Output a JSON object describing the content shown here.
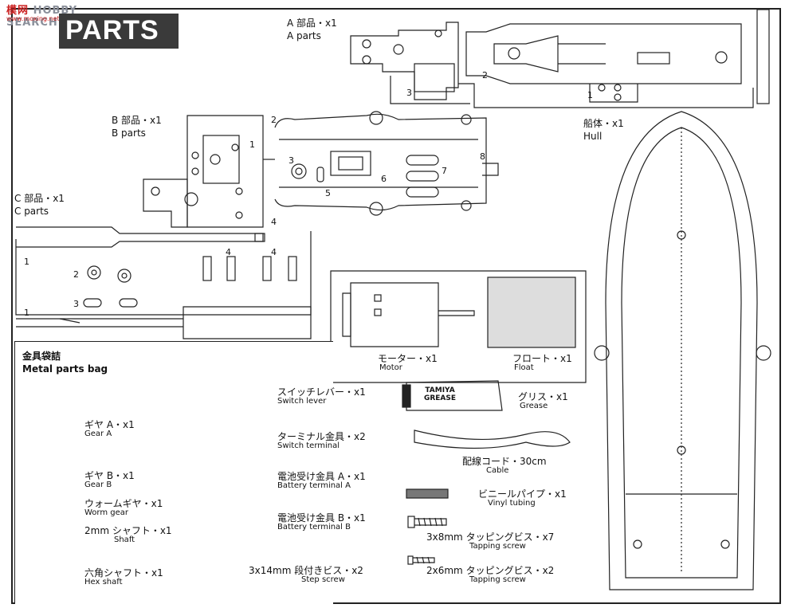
{
  "watermark": {
    "cn": "模",
    "mid": "网",
    "brand": "HOBBY SEARCH",
    "url": "www.moxing.net"
  },
  "title": "PARTS",
  "a_parts": {
    "jp": "A 部品・x1",
    "en": "A parts"
  },
  "b_parts": {
    "jp": "B 部品・x1",
    "en": "B parts"
  },
  "c_parts": {
    "jp": "C 部品・x1",
    "en": "C parts"
  },
  "hull": {
    "jp": "船体・x1",
    "en": "Hull"
  },
  "metal_bag": {
    "jp": "金具袋詰",
    "en": "Metal parts bag"
  },
  "items": {
    "motor": {
      "jp": "モーター・x1",
      "en": "Motor"
    },
    "float": {
      "jp": "フロート・x1",
      "en": "Float"
    },
    "grease": {
      "jp": "グリス・x1",
      "en": "Grease",
      "tube_text": "TAMIYA GREASE"
    },
    "cable": {
      "jp": "配線コード・30cm",
      "en": "Cable"
    },
    "vinyl": {
      "jp": "ビニールパイプ・x1",
      "en": "Vinyl tubing"
    },
    "tap8": {
      "jp": "3x8mm タッピングビス・x7",
      "en": "Tapping screw"
    },
    "tap6": {
      "jp": "2x6mm タッピングビス・x2",
      "en": "Tapping screw"
    },
    "switch_lever": {
      "jp": "スイッチレバー・x1",
      "en": "Switch lever"
    },
    "terminal": {
      "jp": "ターミナル金具・x2",
      "en": "Switch terminal"
    },
    "batt_a": {
      "jp": "電池受け金具 A・x1",
      "en": "Battery terminal A"
    },
    "batt_b": {
      "jp": "電池受け金具 B・x1",
      "en": "Battery terminal B"
    },
    "step": {
      "jp": "3x14mm 段付きビス・x2",
      "en": "Step screw"
    },
    "gear_a": {
      "jp": "ギヤ A・x1",
      "en": "Gear A"
    },
    "gear_b": {
      "jp": "ギヤ B・x1",
      "en": "Gear B"
    },
    "worm": {
      "jp": "ウォームギヤ・x1",
      "en": "Worm gear"
    },
    "shaft2": {
      "jp": "2mm シャフト・x1",
      "en": "Shaft"
    },
    "hex": {
      "jp": "六角シャフト・x1",
      "en": "Hex shaft"
    }
  },
  "part_numbers": {
    "n1": "1",
    "n2": "2",
    "n3": "3",
    "n4": "4",
    "n5": "5",
    "n6": "6",
    "n7": "7",
    "n8": "8"
  }
}
